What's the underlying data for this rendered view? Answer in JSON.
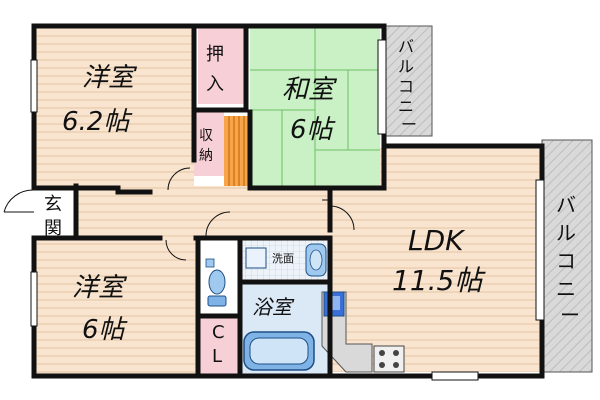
{
  "rooms": {
    "western1": {
      "name": "洋室",
      "size": "6.2帖"
    },
    "japanese": {
      "name": "和室",
      "size": "6帖"
    },
    "ldk": {
      "name": "LDK",
      "size": "11.5帖"
    },
    "western2": {
      "name": "洋室",
      "size": "6帖"
    },
    "bath": {
      "name": "浴室"
    },
    "washroom": {
      "name": "洗面"
    },
    "wc": {
      "name": "WC"
    },
    "closet_cl": {
      "top": "C",
      "bottom": "L"
    },
    "oshiire": {
      "top": "押",
      "bottom": "入"
    },
    "storage": {
      "top": "収",
      "bottom": "納"
    },
    "entrance": {
      "top": "玄",
      "bottom": "関"
    }
  },
  "balconies": {
    "top": [
      "バ",
      "ル",
      "コ",
      "ニ",
      "ー"
    ],
    "right": [
      "バ",
      "ル",
      "コ",
      "ニ",
      "ー"
    ]
  },
  "colors": {
    "wood_floor": "#f8e4cf",
    "wood_line": "#e8c6a6",
    "tatami": "#c9f1c5",
    "tatami_line": "#6bbf63",
    "pink": "#f7cfd6",
    "bath_blue": "#9fc9ef",
    "balcony": "#d9d9d9",
    "stairs": "#e07a10",
    "wall": "#111111"
  }
}
